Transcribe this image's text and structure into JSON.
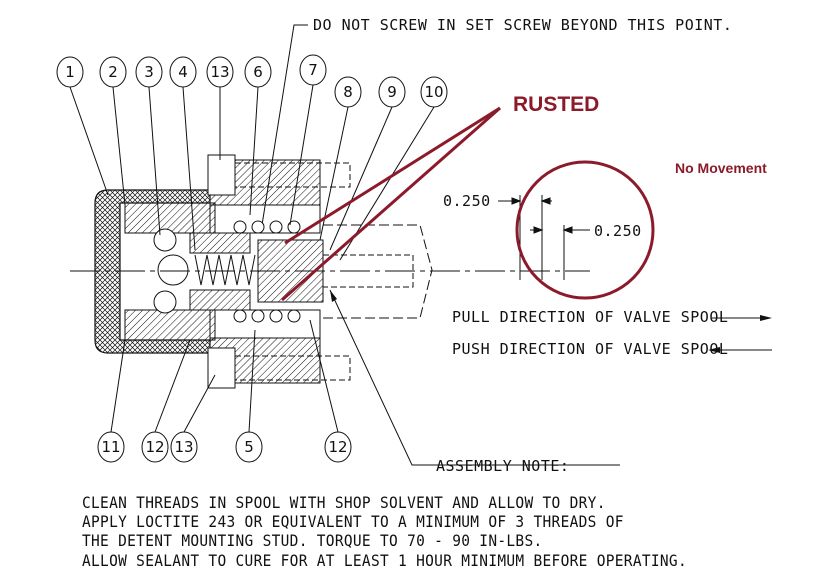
{
  "top_note": "DO NOT SCREW IN SET SCREW BEYOND THIS POINT.",
  "balloons_top": [
    "1",
    "2",
    "3",
    "4",
    "13",
    "6",
    "7",
    "8",
    "9",
    "10"
  ],
  "balloons_bottom": [
    "11",
    "12",
    "13",
    "5",
    "12"
  ],
  "dimensions": {
    "left": "0.250",
    "right": "0.250"
  },
  "directions": {
    "pull": "PULL DIRECTION OF VALVE SPOOL",
    "push": "PUSH DIRECTION OF VALVE SPOOL"
  },
  "annotations": {
    "rusted": "RUSTED",
    "no_movement": "No Movement",
    "annotation_color": "#8b1a2a"
  },
  "assembly_note": {
    "title": "ASSEMBLY NOTE:",
    "lines": [
      "CLEAN THREADS IN SPOOL WITH SHOP SOLVENT AND ALLOW TO DRY.",
      "APPLY LOCTITE 243 OR EQUIVALENT TO A MINIMUM OF 3 THREADS OF",
      "THE DETENT MOUNTING STUD. TORQUE TO 70 - 90 IN-LBS.",
      "ALLOW SEALANT TO CURE FOR AT LEAST 1 HOUR MINIMUM BEFORE OPERATING."
    ]
  }
}
